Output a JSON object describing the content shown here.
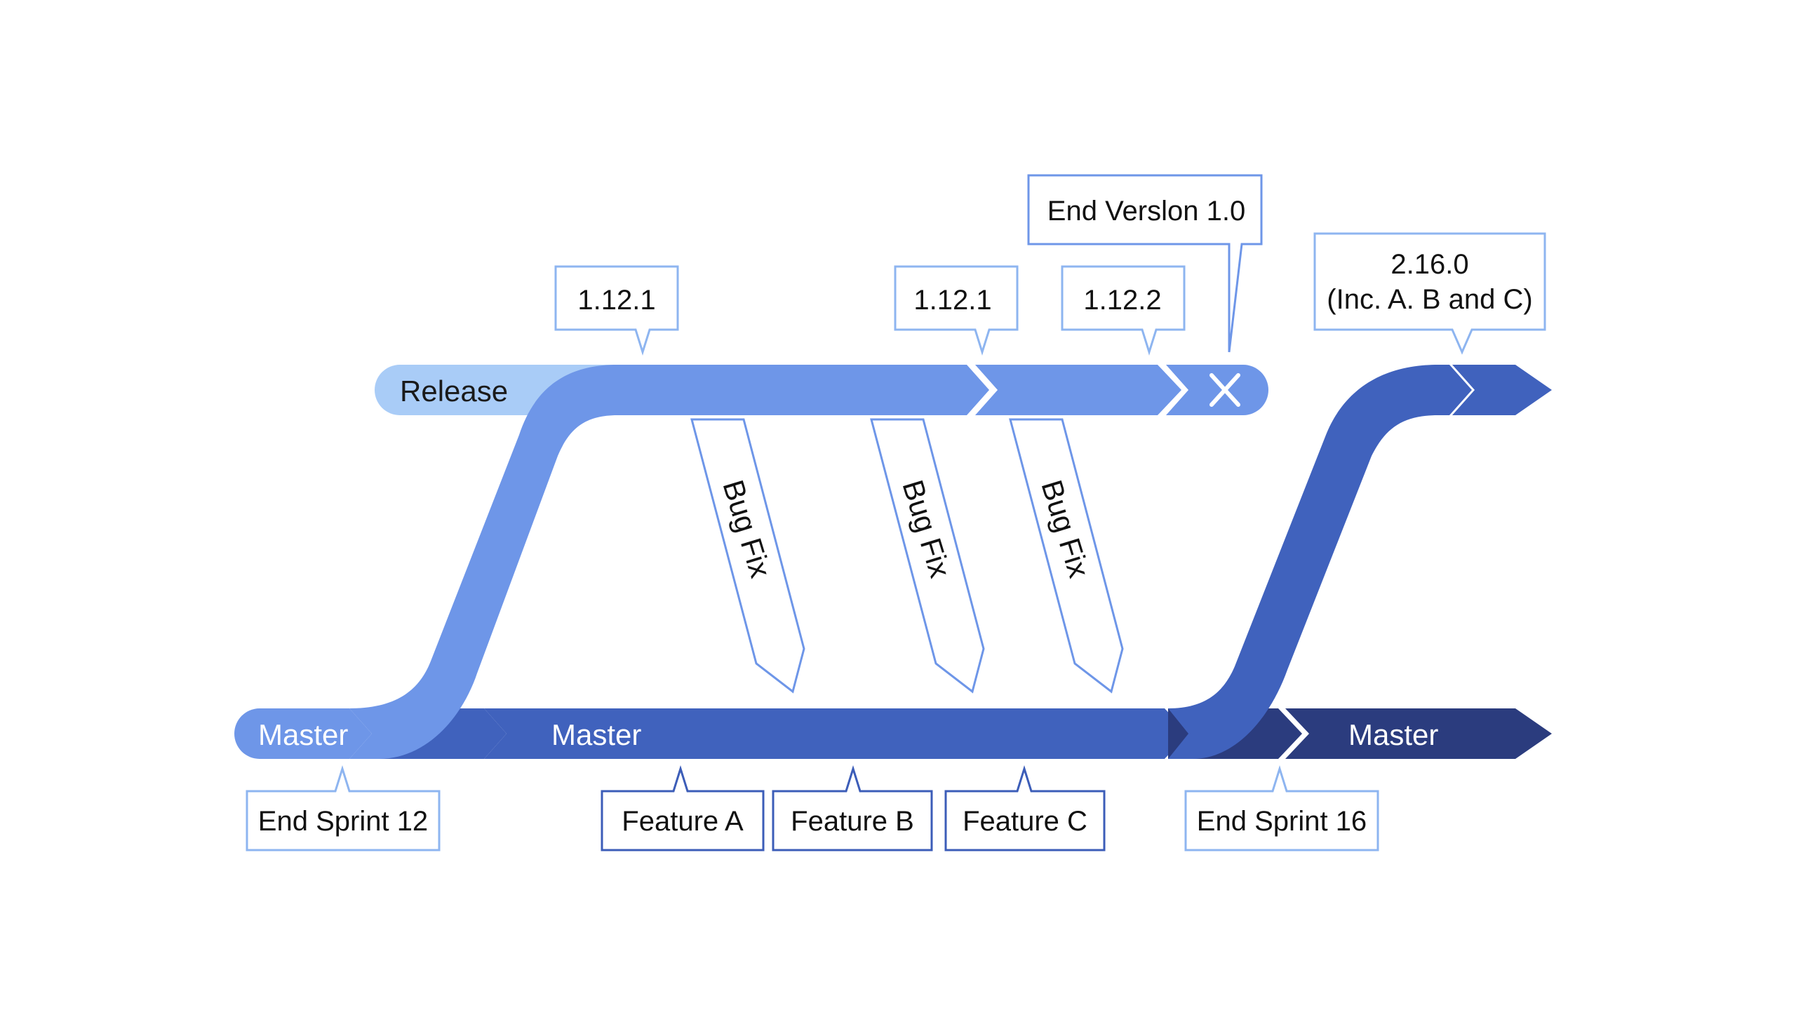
{
  "lanes": {
    "release_label": "Release",
    "master_left_label": "Master",
    "master_mid_label": "Master",
    "master_right_label": "Master"
  },
  "top_callouts": {
    "v1": "1.12.1",
    "v2": "1.12.1",
    "v3": "1.12.2",
    "end_version": "End Verslon 1.0",
    "v4_line1": "2.16.0",
    "v4_line2": "(Inc. A. B and C)"
  },
  "bugfix": {
    "one": "Bug Fix",
    "two": "Bug Fix",
    "three": "Bug Fix"
  },
  "bottom_callouts": {
    "end_sprint_12": "End Sprint 12",
    "feature_a": "Feature A",
    "feature_b": "Feature B",
    "feature_c": "Feature C",
    "end_sprint_16": "End Sprint 16"
  },
  "icons": {
    "end_marker": "close-icon"
  },
  "colors": {
    "pale_blue": "#A9CCF7",
    "light_blue": "#6E96E8",
    "mid_blue": "#4062BD",
    "dark_blue": "#2B3C7E",
    "callout_light_border": "#8EB5F0",
    "callout_dark_border": "#3C5DB8"
  }
}
